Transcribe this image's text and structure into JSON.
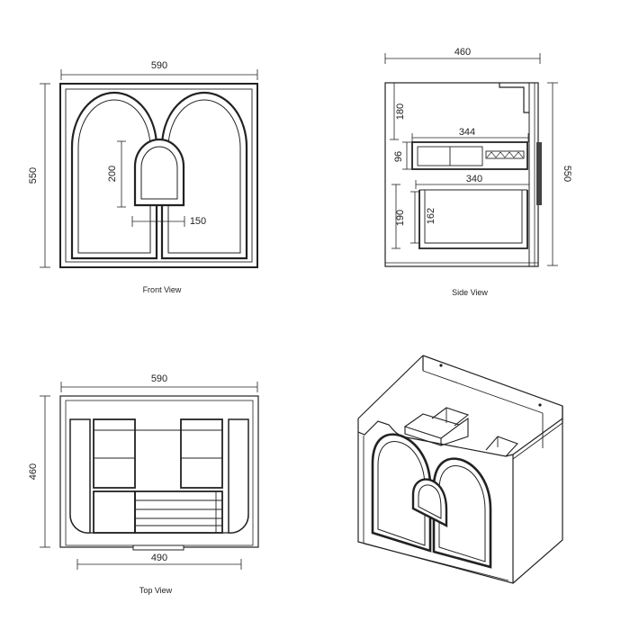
{
  "front_view": {
    "caption": "Front View",
    "width_label": "590",
    "height_label": "550",
    "handle_height_label": "200",
    "handle_offset_label": "150"
  },
  "side_view": {
    "caption": "Side View",
    "depth_label": "460",
    "height_label": "550",
    "top_gap_label": "180",
    "upper_drawer_width_label": "344",
    "upper_drawer_height_label": "96",
    "lower_drawer_width_label": "340",
    "lower_gap_label": "190",
    "lower_drawer_height_label": "162"
  },
  "top_view": {
    "caption": "Top View",
    "width_label": "590",
    "depth_label": "460",
    "inner_width_label": "490"
  },
  "iso_view": {}
}
